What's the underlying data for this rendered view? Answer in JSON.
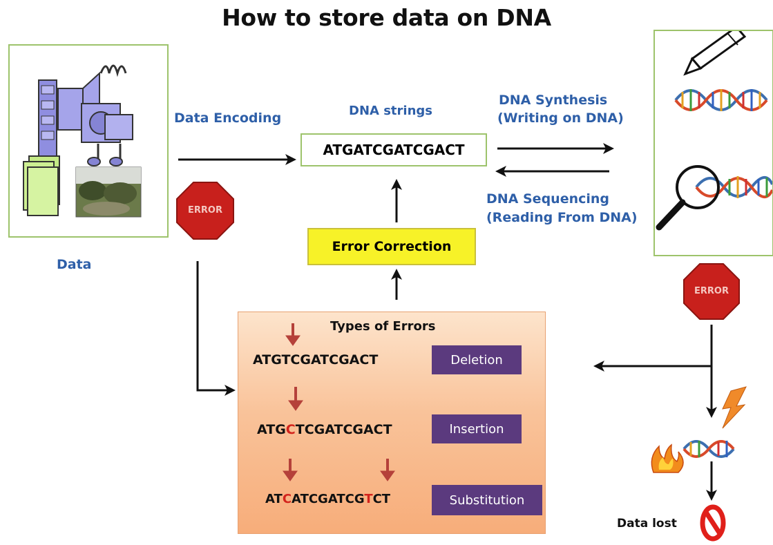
{
  "title": "How to store data on DNA",
  "labels": {
    "data": "Data",
    "data_encoding": "Data Encoding",
    "dna_strings": "DNA strings",
    "dna_string_value": "ATGATCGATCGACT",
    "dna_synthesis": "DNA Synthesis",
    "writing_on_dna": "(Writing on DNA)",
    "dna_sequencing": "DNA Sequencing",
    "reading_from_dna": "(Reading From DNA)",
    "error_correction": "Error Correction",
    "error_sign": "ERROR",
    "data_lost": "Data lost"
  },
  "errors": {
    "heading": "Types of Errors",
    "items": [
      {
        "sequence": "ATGTCGATCGACT",
        "type": "Deletion"
      },
      {
        "sequence": "ATGCTCGATCGACT",
        "type": "Insertion"
      },
      {
        "sequence": "ATCATCGATCGTCT",
        "type": "Substitution"
      }
    ]
  },
  "colors": {
    "blue_label": "#2e5fa8",
    "box_border": "#9dc36b",
    "error_correction_fill": "#f7f228",
    "error_tag": "#5b3a7e",
    "stop_sign": "#c8201c",
    "highlight_red": "#d3231c"
  }
}
